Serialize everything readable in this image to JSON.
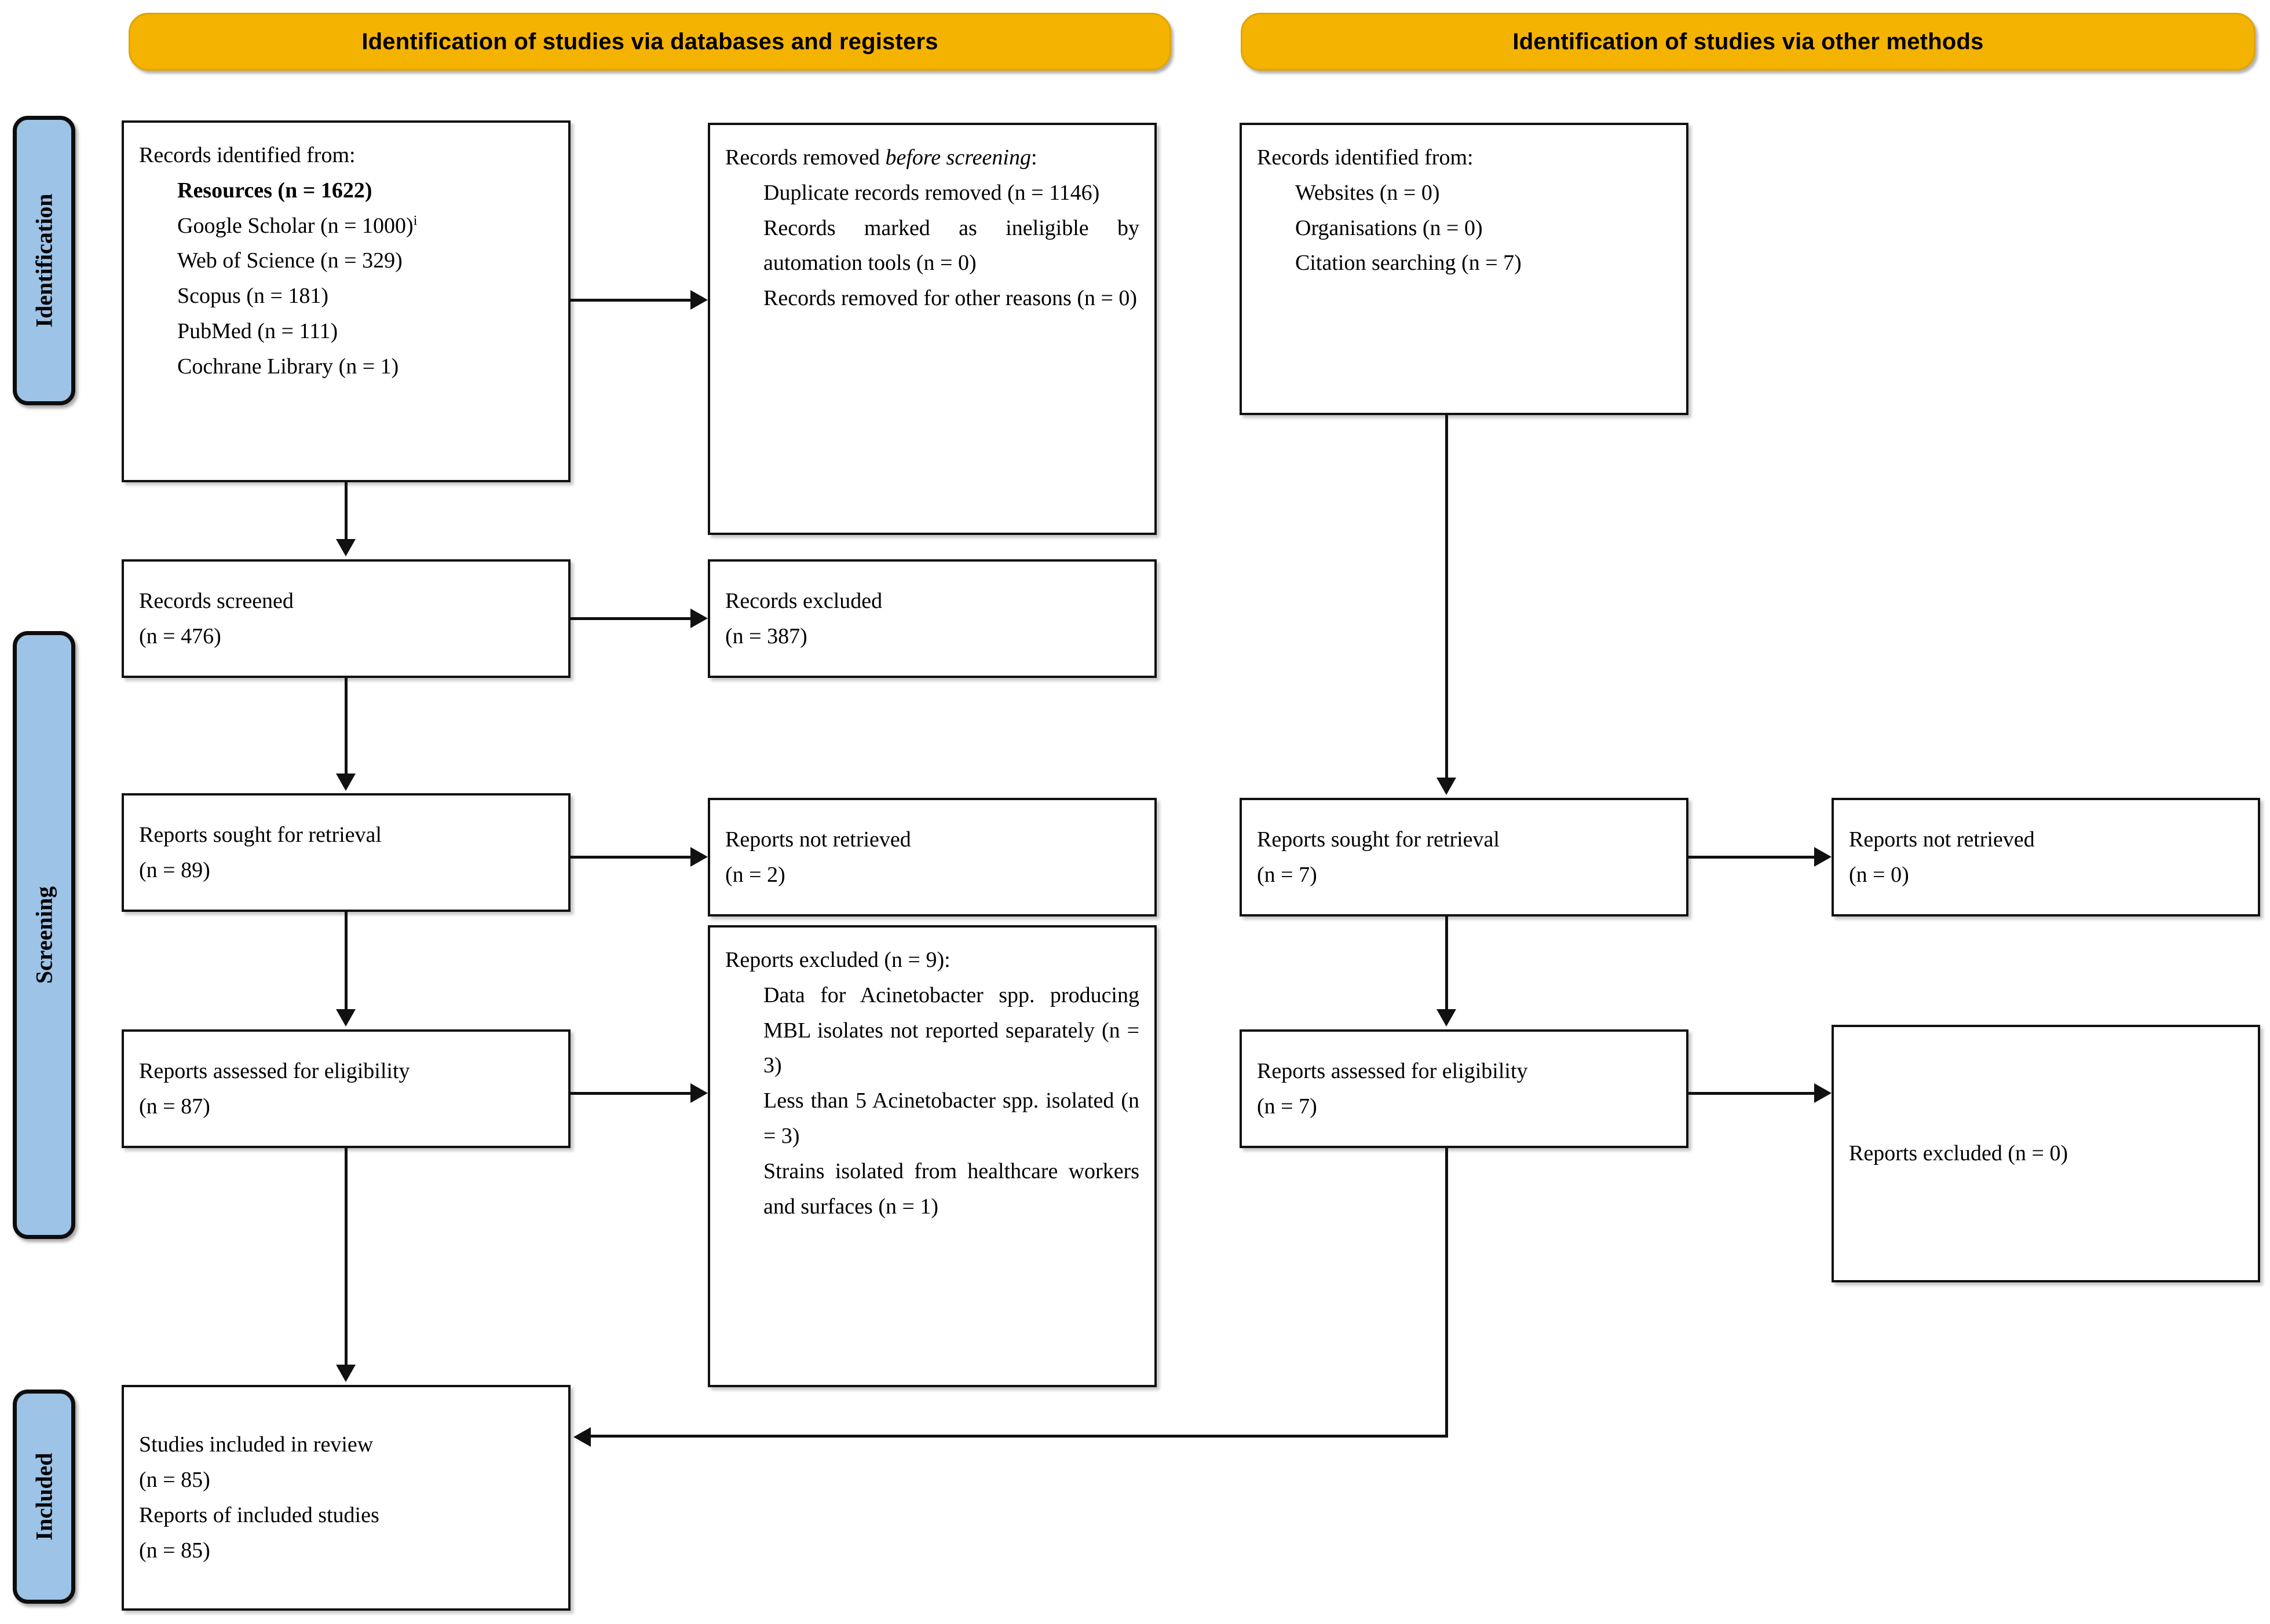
{
  "diagram": {
    "title": "PRISMA 2020 flow diagram",
    "accent_orange": "#F5B301",
    "accent_blue": "#9DC3E6",
    "line_color": "#111111"
  },
  "banners": {
    "databases": "Identification of studies via databases and registers",
    "other": "Identification of studies via other methods"
  },
  "stages": {
    "identification": "Identification",
    "screening": "Screening",
    "included": "Included"
  },
  "left_column": {
    "records_identified": {
      "lead": "Records identified from:",
      "items": [
        "Resources (n = 1622)",
        "Google Scholar (n = 1000)",
        "Web of Science (n = 329)",
        "Scopus (n = 181)",
        "PubMed (n = 111)",
        "Cochrane Library (n = 1)"
      ],
      "footnote_marker": "i"
    },
    "records_removed": {
      "lead_plain": "Records removed ",
      "lead_italic": "before screening",
      "lead_colon": ":",
      "items": [
        "Duplicate records removed (n = 1146)",
        "Records marked as ineligible by automation tools (n = 0)",
        "Records removed for other reasons (n = 0)"
      ]
    },
    "records_screened": {
      "label": "Records screened",
      "count": "(n = 476)"
    },
    "records_excluded": {
      "label": "Records excluded",
      "count": "(n = 387)"
    },
    "reports_sought": {
      "label": "Reports sought for retrieval",
      "count": "(n = 89)"
    },
    "reports_not_retrieved": {
      "label": "Reports not retrieved",
      "count": "(n = 2)"
    },
    "reports_assessed": {
      "label": "Reports assessed for eligibility",
      "count": "(n = 87)"
    },
    "reports_excluded": {
      "lead": "Reports excluded (n = 9):",
      "items": [
        "Data for Acinetobacter spp. producing MBL isolates not reported separately (n = 3)",
        "Less than 5 Acinetobacter spp. isolated (n = 3)",
        "Strains isolated from healthcare workers and surfaces (n = 1)"
      ]
    },
    "studies_included": {
      "label_1": "Studies included in review",
      "count_1": "(n = 85)",
      "label_2": "Reports of included studies",
      "count_2": "(n = 85)"
    }
  },
  "right_column": {
    "records_identified": {
      "lead": "Records identified from:",
      "items": [
        "Websites (n = 0)",
        "Organisations (n = 0)",
        "Citation searching (n = 7)"
      ]
    },
    "reports_sought": {
      "label": "Reports sought for retrieval",
      "count": "(n = 7)"
    },
    "reports_not_retrieved": {
      "label": "Reports not retrieved",
      "count": "(n = 0)"
    },
    "reports_assessed": {
      "label": "Reports assessed for eligibility",
      "count": "(n = 7)"
    },
    "reports_excluded": {
      "label": "Reports excluded (n = 0)"
    }
  }
}
